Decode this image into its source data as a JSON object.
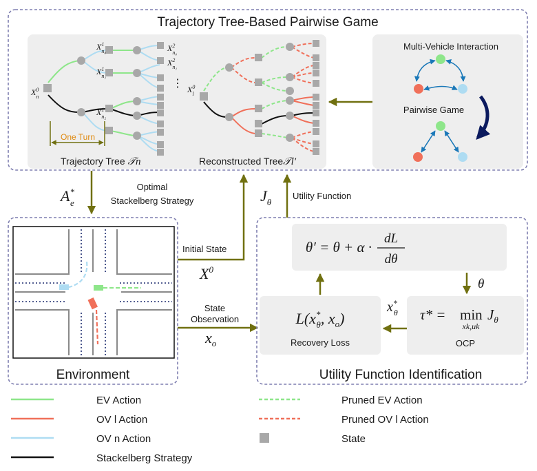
{
  "top_panel": {
    "title": "Trajectory Tree-Based Pairwise Game",
    "tree_caption": "Trajectory Tree",
    "tree_symbol": "𝒯n",
    "recon_caption": "Reconstructed  Tree",
    "recon_symbol": "𝒯l′",
    "one_turn": "One Turn",
    "ellipsis": "⋮",
    "nodes": {
      "xn0": "X",
      "xn0_sup": "0",
      "xn0_sub": "n",
      "x1a": "X",
      "x1a_sup": "1",
      "x1a_sub": "n₀",
      "x1b": "X",
      "x1b_sup": "1",
      "x1b_sub": "n₁",
      "x1c": "X",
      "x1c_sup": "1",
      "x1c_sub": "n₂",
      "x2a": "X",
      "x2a_sup": "2",
      "x2a_sub": "n₀",
      "x2b": "X",
      "x2b_sup": "2",
      "x2b_sub": "n₁",
      "xl0": "X",
      "xl0_sup": "0",
      "xl0_sub": "l"
    },
    "multi_vehicle": "Multi-Vehicle Interaction",
    "pairwise_game": "Pairwise Game"
  },
  "arrows": {
    "ae_symbol": "A",
    "ae_sup": "*",
    "ae_sub": "e",
    "optimal_line1": "Optimal",
    "optimal_line2": "Stackelberg Strategy",
    "j_symbol": "J",
    "j_sub": "θ",
    "utility_function": "Utility Function",
    "initial_state": "Initial State",
    "x0_symbol": "X",
    "x0_sup": "0",
    "state_line1": "State",
    "state_line2": "Observation",
    "xo_symbol": "x",
    "xo_sub": "o",
    "xtheta_symbol": "x",
    "xtheta_sup": "*",
    "xtheta_sub": "θ",
    "theta_symbol": "θ"
  },
  "environment": {
    "title": "Environment"
  },
  "utility_panel": {
    "title": "Utility Function Identification",
    "update_eq": "θ′ = θ + α ·",
    "frac_num": "dL",
    "frac_den": "dθ",
    "loss_eq": "L(x",
    "loss_sup": "*",
    "loss_sub": "θ",
    "loss_rest": ", x",
    "loss_sub2": "o",
    "loss_close": ")",
    "loss_label": "Recovery Loss",
    "ocp_lhs": "τ* =",
    "ocp_min": "min",
    "ocp_under": "xk,uk",
    "ocp_j": "J",
    "ocp_jsub": "θ",
    "ocp_label": "OCP"
  },
  "legend": {
    "ev_action": "EV Action",
    "ov_l_action": "OV l Action",
    "ov_n_action": "OV n Action",
    "stackelberg": "Stackelberg Strategy",
    "pruned_ev": "Pruned EV Action",
    "pruned_ov_l": "Pruned OV l Action",
    "state": "State"
  },
  "colors": {
    "ev_green": "#8ee68a",
    "ov_l_red": "#f0705a",
    "ov_n_blue": "#aedcf2",
    "stackelberg_black": "#111111",
    "state_gray": "#a8a8a8",
    "arrow_olive": "#707010",
    "panel_bg": "#eeeeee",
    "border_dash": "#7f7fb0",
    "interaction_blue": "#1a78b8",
    "big_arrow_navy": "#0b1a5e"
  }
}
